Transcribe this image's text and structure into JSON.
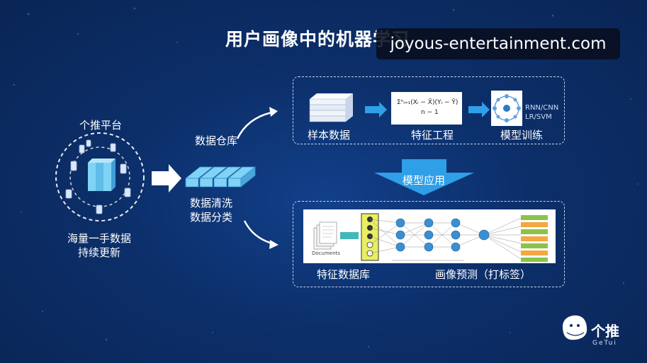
{
  "title": "用户画像中的机器学习",
  "watermark": "joyous-entertainment.com",
  "platform": {
    "label": "个推平台",
    "caption_line1": "海量一手数据",
    "caption_line2": "持续更新"
  },
  "warehouse_label": "数据仓库",
  "cleaning": {
    "line1": "数据清洗",
    "line2": "数据分类"
  },
  "top_pipeline": {
    "steps": [
      "样本数据",
      "特征工程",
      "模型训练"
    ],
    "model_text_line1": "RNN/CNN",
    "model_text_line2": "LR/SVM",
    "formula_line1": "Σⁿᵢ₌₁(Xᵢ − X̄)(Yᵢ − Ȳ)",
    "formula_line2": "n − 1"
  },
  "apply_label": "模型应用",
  "bottom_pipeline": {
    "left_label": "特征数据库",
    "right_label": "画像预测（打标签）",
    "doc_caption": "Documents"
  },
  "logo": {
    "text": "个推",
    "sub": "GeTui"
  },
  "colors": {
    "arrow_blue": "#2f9fe8",
    "cube": "#7fd3f5",
    "background": "#0c2f6a"
  }
}
